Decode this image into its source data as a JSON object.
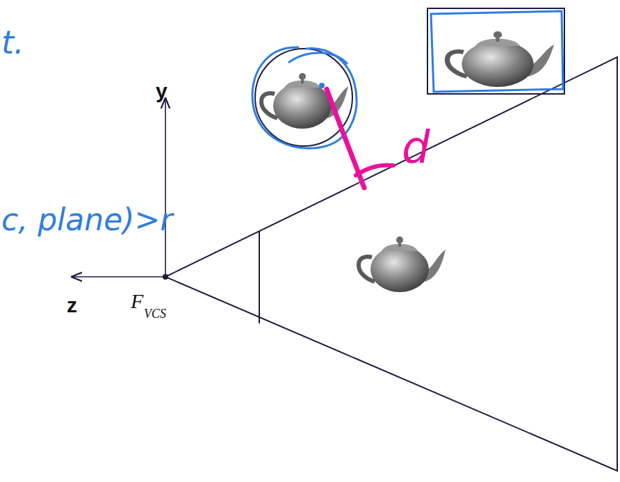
{
  "diagram": {
    "labels": [
      "t.",
      "y",
      "z",
      "F",
      "VCS",
      "c, plane)>r",
      "d"
    ]
  }
}
